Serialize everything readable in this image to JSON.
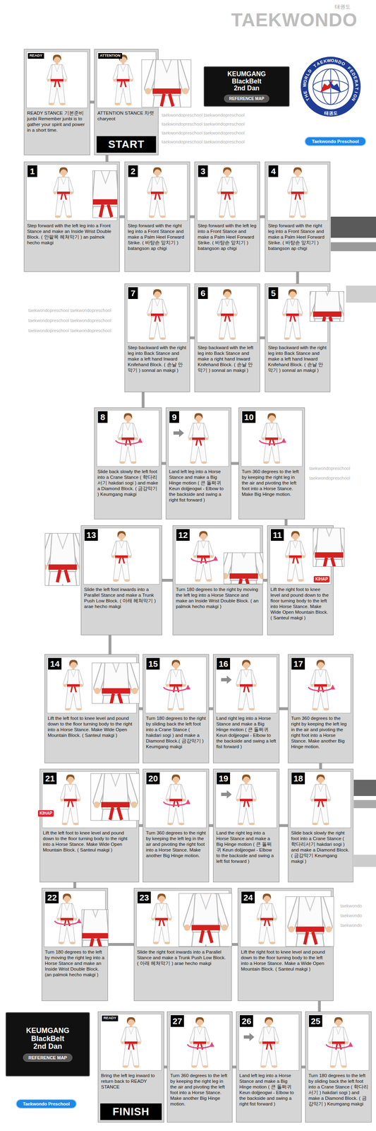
{
  "diagram": {
    "title": "TAEKWONDO",
    "nodes": [
      {
        "text": [
          "READY",
          "READY STANCE 기본준비 junbi Remember junbi is to gather your spirit and power in a short time."
        ]
      },
      {
        "text": [
          "ATTENTION",
          "ATTENTION STANCE 차렷 charyeot",
          "START"
        ]
      },
      {
        "text": [
          "KEUMGANG BlackBelt 2nd Dan",
          "REFERENCE MAP"
        ]
      },
      {
        "text": [
          "THE WORLD TAEKWONDO FEDERATION",
          "태권도"
        ]
      },
      {
        "text": [
          "Taekwondo Preschool"
        ]
      },
      {
        "text": [
          "1",
          "Step forward with the left leg into a Front Stance and make an Inside Wrist Double Block. ( 안팔목 헤쳐막기 ) an palmok hecho makgi"
        ]
      },
      {
        "text": [
          "2",
          "Step forward with the right leg into a Front Stance and make a Palm Heel Forward Strike. ( 바탕손 앞치기 ) batangson ap chigi"
        ]
      },
      {
        "text": [
          "3",
          "Step forward with the left leg into a Front Stance and make a Palm Heel Forward Strike. ( 바탕손 앞치기 ) batangson ap chigi"
        ]
      },
      {
        "text": [
          "4",
          "Step forward with the right leg into a Front Stance and make a Palm Heel Forward Strike. ( 바탕손 앞치기 ) batangson ap chigi"
        ]
      },
      {
        "text": [
          "5",
          "Step backward with the right leg into Back Stance and make a left hand Inward Knifehand Block. ( 손날 안막기 ) sonnal an makgi )"
        ]
      },
      {
        "text": [
          "6",
          "Step backward with the left leg into Back Stance and make a right hand Inward Knifehand Block. ( 손날 안막기 ) sonnal an makgi )"
        ]
      },
      {
        "text": [
          "7",
          "Step backward with the right leg into Back Stance and make a left hand Inward Knifehand Block. ( 손날 안막기 ) sonnal an makgi )"
        ]
      },
      {
        "text": [
          "8",
          "Slide back slowly the left foot into a Crane Stance ( 학다리서기 hakdari sogi ) and make a Diamond Block. ( 금강막기 ) Keumgang makgi"
        ]
      },
      {
        "text": [
          "9",
          "Land left leg into a Horse Stance and make a Big Hinge motion ( 큰 돌쩌귀 Keun doljjeogwi - Elbow to the backside and swing a right fist forward )"
        ]
      },
      {
        "text": [
          "10",
          "Turn 360 degrees to the left by keeping the right leg in the air and pivoting the left foot into a Horse Stance. Make Big Hinge motion."
        ]
      },
      {
        "text": [
          "11",
          "Lift the right foot to knee level and pound down to the floor turning body to the left into Horse Stance. Make Wide Open Mountain Block. ( Santeul makgi )"
        ]
      },
      {
        "text": [
          "12",
          "Turn 180 degrees to the right by moving the left leg into a Horse Stance and make an Inside Wrist Double Block. ( an palmok hecho makgi )"
        ]
      },
      {
        "text": [
          "13",
          "Slide the left foot inwards into a Parallel Stance and make a Trunk Push Low Block. ( 아래 헤쳐막기 ) arae hecho makgi"
        ]
      },
      {
        "text": [
          "14",
          "Lift the left foot to knee level and pound down to the floor turning body to the right into a Horse Stance. Make Wide Open Mountain Block. ( Santeul makgi )"
        ]
      },
      {
        "text": [
          "15",
          "Turn 180 degrees to the right by sliding back the left foot into a Crane Stance ( hakdari sogi ) and make a Diamond Block.( 금강막기 ) Keumgang makgi"
        ]
      },
      {
        "text": [
          "16",
          "Land right leg into a Horse Stance and make a Big Hinge motion ( 큰 돌쩌귀 Keun doljjeogwi - Elbow to the backside and swing a left fist forward )"
        ]
      },
      {
        "text": [
          "17",
          "Turn 360 degrees to the right by keeping the left leg in the air and pivoting the right foot into a Horse Stance. Make another Big Hinge motion."
        ]
      },
      {
        "text": [
          "18",
          "Slide back slowly the right foot into a Crane Stance ( 학다리서기 hakdari sogi ) and make a Diamond Block. ( 금강막기 Keumgang makgi )"
        ]
      },
      {
        "text": [
          "19",
          "Land the right leg into a Horse Stance and make a Big Hinge motion ( 큰 돌쩌귀 Keun doljjeogwi - Elbow to the backside and swing a left fist forward )"
        ]
      },
      {
        "text": [
          "20",
          "Turn 360 degrees to the right by keeping the left leg in the air and pivoting the right foot into a Horse Stance. Make another Big Hinge motion."
        ]
      },
      {
        "text": [
          "21",
          "Lift the left foot to knee level and pound down to the floor turning body to the right into a Horse Stance. Make Wide Open Mountain Block. ( Santeul makgi )"
        ]
      },
      {
        "text": [
          "22",
          "Turn 180 degrees to the left by moving the right leg into a Horse Stance and make an Inside Wrist Double Block. (an palmok hecho makgi )"
        ]
      },
      {
        "text": [
          "23",
          "Slide the right foot inwards into a Parallel Stance and make a Trunk Push Low Block. ( 아래 헤쳐막기 ) arae hecho makgi"
        ]
      },
      {
        "text": [
          "24",
          "Lift the right foot to knee level and pound down to the floor turning body to the left into a Horse Stance. Make a Wide Open Mountain Block. ( Santeul makgi )"
        ]
      },
      {
        "text": [
          "25",
          "Turn 180 degrees to the left by sliding back the left foot into a Crane Stance ( 학다리서기 ) hakdari sogi ) and make a Diamond Block. ( 금강막기 ) Keumgang makgi"
        ]
      },
      {
        "text": [
          "26",
          "Land left leg into a Horse Stance and make a Big Hinge motion ( 큰 돌쩌귀 Keun doljjeogwi - Elbow to the backside and swing a right fist forward )"
        ]
      },
      {
        "text": [
          "27",
          "Turn 360 degrees to the left by keeping the right leg in the air and pivoting the left foot into a Horse Stance. Make another Big Hinge motion."
        ]
      },
      {
        "text": [
          "KEUMGANG BlackBelt 2nd Dan",
          "REFERENCE MAP"
        ]
      },
      {
        "text": [
          "Taekwondo Preschool"
        ]
      },
      {
        "text": [
          "READY",
          "Bring the left leg inward to return back to READY STANCE",
          "FINISH"
        ]
      }
    ],
    "edges": [
      {
        "from": 0,
        "to": 1,
        "arrow": "none"
      },
      {
        "from": 1,
        "to": 5,
        "arrow": "none"
      },
      {
        "from": 5,
        "to": 6,
        "arrow": "none"
      },
      {
        "from": 6,
        "to": 7,
        "arrow": "none"
      },
      {
        "from": 7,
        "to": 8,
        "arrow": "none"
      },
      {
        "from": 8,
        "to": 9,
        "arrow": "none"
      },
      {
        "from": 9,
        "to": 10,
        "arrow": "none"
      },
      {
        "from": 10,
        "to": 11,
        "arrow": "none"
      },
      {
        "from": 11,
        "to": 12,
        "arrow": "none"
      },
      {
        "from": 12,
        "to": 13,
        "arrow": "none"
      },
      {
        "from": 13,
        "to": 14,
        "arrow": "none"
      },
      {
        "from": 14,
        "to": 15,
        "arrow": "none"
      },
      {
        "from": 15,
        "to": 16,
        "arrow": "none"
      },
      {
        "from": 16,
        "to": 17,
        "arrow": "none"
      },
      {
        "from": 17,
        "to": 18,
        "arrow": "none"
      },
      {
        "from": 18,
        "to": 19,
        "arrow": "none"
      },
      {
        "from": 19,
        "to": 20,
        "arrow": "none"
      },
      {
        "from": 20,
        "to": 21,
        "arrow": "none"
      },
      {
        "from": 21,
        "to": 22,
        "arrow": "none"
      },
      {
        "from": 22,
        "to": 23,
        "arrow": "none"
      },
      {
        "from": 23,
        "to": 24,
        "arrow": "none"
      },
      {
        "from": 24,
        "to": 25,
        "arrow": "none"
      },
      {
        "from": 25,
        "to": 26,
        "arrow": "none"
      },
      {
        "from": 26,
        "to": 27,
        "arrow": "none"
      },
      {
        "from": 27,
        "to": 28,
        "arrow": "none"
      },
      {
        "from": 28,
        "to": 29,
        "arrow": "none"
      },
      {
        "from": 29,
        "to": 30,
        "arrow": "none"
      },
      {
        "from": 30,
        "to": 31,
        "arrow": "none"
      },
      {
        "from": 31,
        "to": 34,
        "arrow": "none"
      }
    ],
    "labels": [
      "태권도",
      "KIHAP",
      "KIHAP",
      "taekwondopreschool taekwondopreschool",
      "taekwondopreschool taekwondopreschool",
      "taekwondopreschool taekwondopreschool",
      "taekwondopreschool taekwondopreschool",
      "taekwondopreschool taekwondopreschool",
      "taekwondopreschool taekwondopreschool",
      "taekwondopreschool taekwondopreschool",
      "taekwondopreschool",
      "taekwondopreschool",
      "taekwondo",
      "taekwondo",
      "taekwondo"
    ]
  }
}
